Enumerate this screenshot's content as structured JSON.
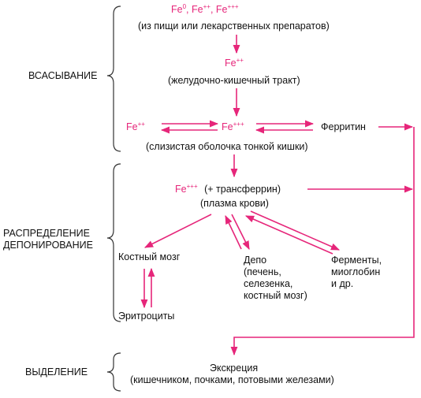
{
  "colors": {
    "arrow": "#e6267a",
    "text": "#111111",
    "bracket": "#333333"
  },
  "sections": {
    "absorption": "ВСАСЫВАНИЕ",
    "distribution_line1": "РАСПРЕДЕЛЕНИЕ",
    "distribution_line2": "ДЕПОНИРОВАНИЕ",
    "excretion": "ВЫДЕЛЕНИЕ"
  },
  "nodes": {
    "top_fe0": "Fe",
    "top_fe0_sup": "0",
    "top_fe2": "Fe",
    "top_fe2_sup": "++",
    "top_fe3": "Fe",
    "top_fe3_sup": "+++",
    "top_sep": ",",
    "food_source": "(из пищи или лекарственных препаратов)",
    "gi_fe": "Fe",
    "gi_fe_sup": "++",
    "gi_tract": "(желудочно-кишечный тракт)",
    "mucosa_fe2": "Fe",
    "mucosa_fe2_sup": "++",
    "mucosa_fe3": "Fe",
    "mucosa_fe3_sup": "+++",
    "ferritin": "Ферритин",
    "mucosa": "(слизистая оболочка тонкой кишки)",
    "plasma_fe": "Fe",
    "plasma_fe_sup": "+++",
    "transferrin": "(+ трансферрин)",
    "plasma": "(плазма крови)",
    "bone_marrow": "Костный мозг",
    "erythrocytes": "Эритроциты",
    "depot_line1": "Депо",
    "depot_line2": "(печень,",
    "depot_line3": "селезенка,",
    "depot_line4": "костный мозг)",
    "enzymes_line1": "Ферменты,",
    "enzymes_line2": "миоглобин",
    "enzymes_line3": "и др.",
    "excretion_title": "Экскреция",
    "excretion_routes": "(кишечником, почками, потовыми железами)"
  }
}
